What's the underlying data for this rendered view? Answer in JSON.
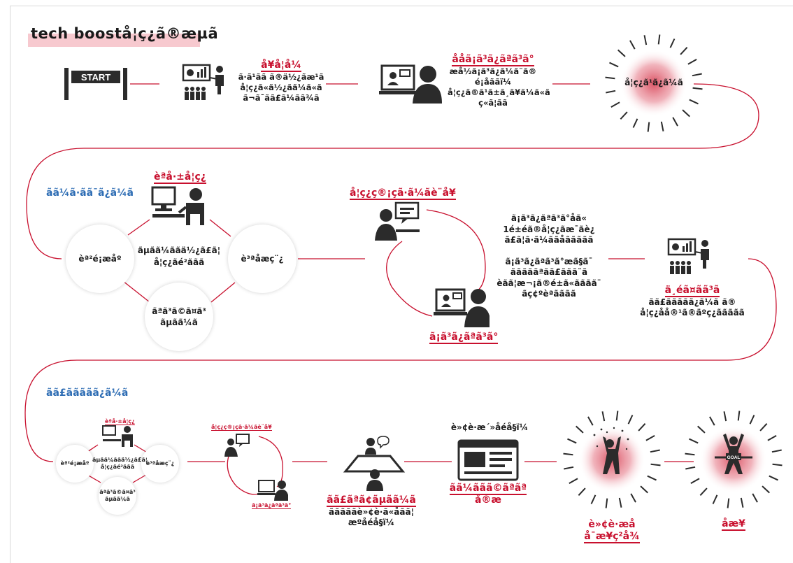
{
  "title": "tech boostå­¦ç¿ã®æµã",
  "start": {
    "label": "START"
  },
  "entrance": {
    "title": "å¥å­¦å¼",
    "desc": [
      "ã·ã¹ãã ã®ä½¿ãæ¹ã",
      "å­¦ç¿ã«ä½¿ãã¼ã«ã",
      "ã¬ã¯ãã£ã¼ãã¾ã"
    ]
  },
  "first_mentoring": {
    "title": "ååã¡ã³ã¿ãªã³ã°",
    "desc": [
      "æå½ã¡ã³ã¿ã¼ã¨ã®",
      "é¡åããï¼",
      "å­¦ç¿ã®ã¹ã±ã¸ã¥ã¼ã«ã",
      "ç«ã¦ãã"
    ]
  },
  "learning_start": {
    "label": "å­¦ç¿ã¹ã¿ã¼ã"
  },
  "basic_term": {
    "heading": "ãã¼ã·ãã¯ã¿ã¼ã ",
    "self_study": "èªå·±å­¦ç¿",
    "submit": "èª²é¡æåº",
    "question": "è³ªåæç¨¿",
    "online": [
      "ãªã³ã©ã¤ã³",
      "ãµãã¼ã"
    ],
    "center": [
      "ãµãã¼ããä½¿ã£ã¦",
      "å­¦ç¿ãé²ããã"
    ]
  },
  "sheet": {
    "title": "å­¦ç¿ç®¡çã·ã¼ãè¨å¥",
    "mentoring": "ã¡ã³ã¿ãªã³ã°"
  },
  "note": [
    "ã¡ã³ã¿ãªã³ã°åã«",
    "1é±éã®å­¦ç¿ãæ¯ãè¿",
    "ã£ã¦ã·ã¼ããåããããã",
    "",
    "ã¡ã³ã¿ãªã³ã°æã§ã¯",
    "ãããããªãã£ããã¨ã",
    "èãã¦æ¬¡ã®é±ã«ãããã¨",
    "ãç¢ºèªãããã"
  ],
  "mid_event": {
    "title": "ä¸­éã¤ãã³ã",
    "desc": [
      "ãã£ãã­ããã¿ã¼ã ã®",
      "å­¦ç¿åå®¹ã®äºç¿ããããã"
    ]
  },
  "develop_term": {
    "heading": "ãã£ãã­ããã¿ã¼ã ",
    "self_study": "èªå·±å­¦ç¿",
    "submit": "èª²é¡æåº",
    "question": "è³ªåæç¨¿",
    "online": [
      "ãªã³ã©ã¤ã³",
      "ãµãã¼ã"
    ],
    "center": [
      "ãµãã¼ããä½¿ã£ã¦",
      "å­¦ç¿ãé²ããã"
    ],
    "sheet": "å­¦ç¿ç®¡çã·ã¼ãè¨å¥",
    "mentoring": "ã¡ã³ã¿ãªã³ã°"
  },
  "career": {
    "title": "ã­ã£ãªã¢ãµãã¼ã",
    "desc": [
      "ãããããè»¢è·ã«åãã¦",
      "æºåéå§ï¼"
    ]
  },
  "job_hunt": "è»¢è·æ´»åéå§ï¼",
  "portfolio": [
    "ãã¼ããã©ãªãª",
    "å®æ"
  ],
  "success": [
    "è»¢è·æå",
    "å¯æ¥­ç²å¾"
  ],
  "graduate": "åæ¥­",
  "goal_tape": "GOAL",
  "colors": {
    "accent": "#c8102e",
    "blue": "#2e6db4",
    "icon": "#2b2b2b",
    "line": "#c8102e"
  }
}
